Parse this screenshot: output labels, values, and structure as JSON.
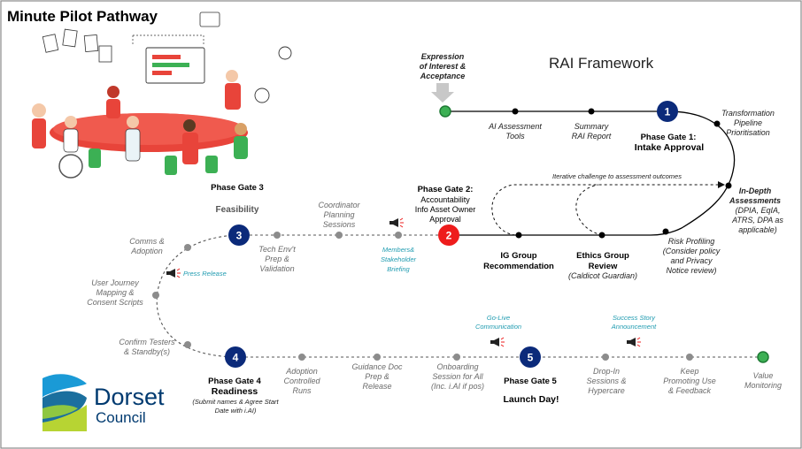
{
  "title": "Minute Pilot Pathway",
  "framework_title": "RAI Framework",
  "expression": [
    "Expression",
    "of Interest &",
    "Acceptance"
  ],
  "rai_steps": {
    "ai_tools": [
      "AI Assessment",
      "Tools"
    ],
    "summary": [
      "Summary",
      "RAI Report"
    ],
    "transformation": [
      "Transformation",
      "Pipeline",
      "Prioritisation"
    ],
    "in_depth_title": [
      "In-Depth",
      "Assessments"
    ],
    "in_depth_detail": [
      "(DPIA, EqIA,",
      "ATRS, DPA as",
      "applicable)"
    ],
    "risk_profiling": [
      "Risk Profiling",
      "(Consider policy",
      "and Privacy",
      "Notice review)"
    ],
    "iterative": "Iterative challenge to assessment outcomes",
    "ethics_title": [
      "Ethics Group",
      "Review"
    ],
    "ethics_sub": "(Caldicot Guardian)",
    "ig_group": [
      "IG Group",
      "Recommendation"
    ]
  },
  "gates": {
    "g1": {
      "number": "1",
      "label": [
        "Phase Gate 1:",
        "Intake Approval"
      ]
    },
    "g2": {
      "number": "2",
      "title": "Phase Gate 2:",
      "label": [
        "Accountability",
        "Info Asset Owner",
        "Approval"
      ]
    },
    "g3": {
      "number": "3",
      "title": "Phase Gate 3",
      "label": "Feasibility"
    },
    "g4": {
      "number": "4",
      "title": "Phase Gate 4",
      "label": "Readiness",
      "note": [
        "(Submit names & Agree Start",
        "Date with i.AI)"
      ]
    },
    "g5": {
      "number": "5",
      "title": "Phase Gate 5",
      "label": "Launch Day!"
    }
  },
  "pilot_steps": {
    "members": [
      "Members&",
      "Stakeholder",
      "Briefing"
    ],
    "coordinator": [
      "Coordinator",
      "Planning",
      "Sessions"
    ],
    "tech_env": [
      "Tech Env't",
      "Prep &",
      "Validation"
    ],
    "comms": [
      "Comms &",
      "Adoption"
    ],
    "press": "Press Release",
    "user_journey": [
      "User Journey",
      "Mapping &",
      "Consent Scripts"
    ],
    "confirm": [
      "Confirm Testers",
      "& Standby(s)"
    ],
    "adoption_runs": [
      "Adoption",
      "Controlled",
      "Runs"
    ],
    "guidance": [
      "Guidance Doc",
      "Prep &",
      "Release"
    ],
    "onboarding": [
      "Onboarding",
      "Session for All",
      "(Inc. i.AI if pos)"
    ],
    "golive": [
      "Go-Live",
      "Communication"
    ],
    "dropin": [
      "Drop-In",
      "Sessions &",
      "Hypercare"
    ],
    "success": [
      "Success Story",
      "Announcement"
    ],
    "keep": [
      "Keep",
      "Promoting Use",
      "& Feedback"
    ],
    "value": [
      "Value",
      "Monitoring"
    ]
  },
  "logo": {
    "name": "Dorset",
    "sub": "Council"
  },
  "colors": {
    "navy": "#0b2a7a",
    "red": "#ee1c1c",
    "green": "#3cb054",
    "grey_dot": "#8c8c8c",
    "teal": "#1f9bb0"
  }
}
